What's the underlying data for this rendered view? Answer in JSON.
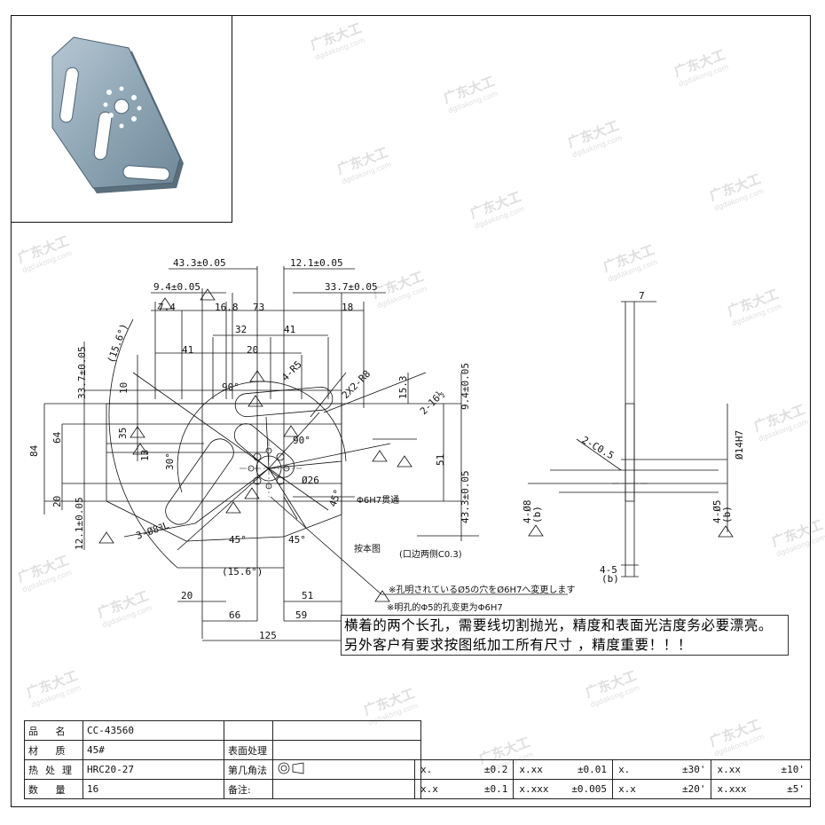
{
  "dimensions": {
    "top_43_3": "43.3±0.05",
    "top_12_1": "12.1±0.05",
    "top_9_4": "9.4±0.05",
    "top_33_7": "33.7±0.05",
    "top_7_4": "7.4",
    "top_16_8": "16.8",
    "top_73": "73",
    "top_18": "18",
    "top_32": "32",
    "top_41": "41",
    "top_41b": "41",
    "top_20": "20",
    "r5": "4-R5",
    "r8": "2X2-R8",
    "tap": "2-16½",
    "angle_15_6": "(15.6°)",
    "left_33_7": "33.7±0.05",
    "left_84": "84",
    "left_64": "64",
    "left_35": "35",
    "left_20": "20",
    "left_12_1": "12.1±0.05",
    "left_10": "10",
    "left_13": "13",
    "right_15_3": "15.3",
    "right_9_4": "9.4±0.05",
    "right_51": "51",
    "right_43_3": "43.3±0.05",
    "ang_90a": "90°",
    "ang_90b": "90°",
    "ang_45a": "45°",
    "ang_45b": "45°",
    "ang_45c": "45°",
    "ang_30": "30°",
    "dia_26": "Ø26",
    "holes_3": "3-Ø8ﾖL",
    "bot_15_6": "(15.6°)",
    "bot_20": "20",
    "bot_51": "51",
    "bot_66": "66",
    "bot_59": "59",
    "bot_125": "125",
    "side_7": "7",
    "side_c05": "2-C0.5",
    "side_14h7": "Ø14H7",
    "side_4_08": "4-Ø8",
    "side_4_05": "4-Ø5",
    "side_4_5": "4-5",
    "side_b1": "(b)",
    "side_b2": "(b)",
    "side_b3": "(b)"
  },
  "notes": {
    "phi6": "Φ6H7贯通",
    "jp_note": "※孔明されているØ5の穴をØ6H7へ変更します",
    "cn_note": "※明孔的Φ5的孔变更为Φ6H7",
    "c03": "(口边两侧C0.3)",
    "by_drawing": "按本图",
    "main": "横着的两个长孔，需要线切割抛光，精度和表面光洁度务必要漂亮。另外客户有要求按图纸加工所有尺寸 ，精度重要！！！"
  },
  "title_block": {
    "rows": [
      {
        "label": "品  名",
        "value": "CC-43560",
        "label2": "",
        "value2": ""
      },
      {
        "label": "材  质",
        "value": "45#",
        "label2": "表面处理",
        "value2": ""
      },
      {
        "label": "热处理",
        "value": "HRC20-27",
        "label2": "第几角法",
        "value2": ""
      },
      {
        "label": "数  量",
        "value": "16",
        "label2": "备注:",
        "value2": ""
      }
    ],
    "tolerances": [
      [
        "x.",
        "±0.2",
        "x.xx",
        "±0.01",
        "x.",
        "±30'",
        "x.xx",
        "±10'"
      ],
      [
        "x.x",
        "±0.1",
        "x.xxx",
        "±0.005",
        "x.x",
        "±20'",
        "x.xxx",
        "±5'"
      ]
    ]
  },
  "watermark": {
    "text": "广东大工",
    "sub": "dgdakong.com"
  }
}
